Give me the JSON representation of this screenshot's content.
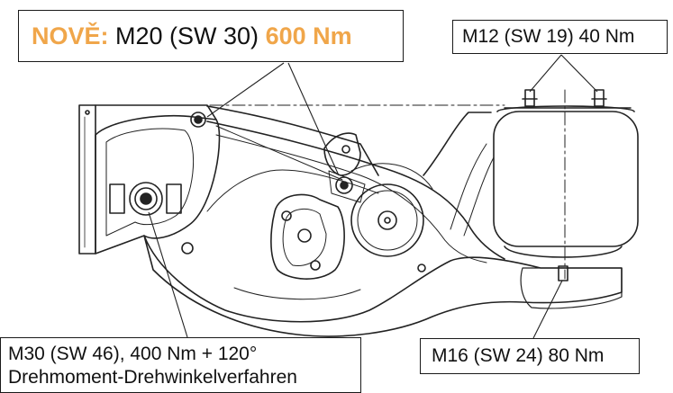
{
  "callouts": {
    "nove": {
      "prefix": "NOVĚ:",
      "spec": " M20 (SW 30) ",
      "torque": "600 Nm",
      "highlight_color": "#f0a64a"
    },
    "m12": {
      "text": "M12 (SW 19) 40 Nm"
    },
    "m30": {
      "line1": "M30 (SW 46), 400 Nm + 120°",
      "line2": "Drehmoment-Drehwinkelverfahren"
    },
    "m16": {
      "text": "M16 (SW 24) 80 Nm"
    }
  },
  "colors": {
    "line": "#1a1a1a",
    "highlight": "#f0a64a"
  }
}
